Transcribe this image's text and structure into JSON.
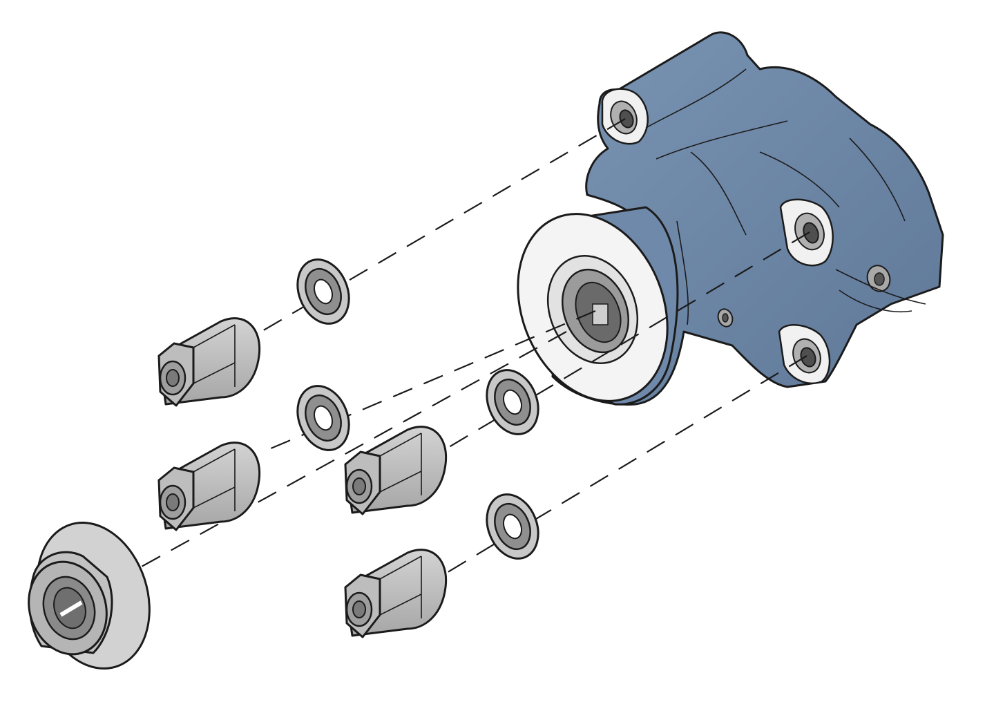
{
  "diagram": {
    "kind": "exploded-view",
    "parts": [
      {
        "name": "housing",
        "color": "#6d87a8"
      },
      {
        "name": "bearing-face",
        "color": "#f4f4f4"
      },
      {
        "name": "washer",
        "count": 4,
        "color": "#9a9a9a"
      },
      {
        "name": "cap-nut",
        "count": 4,
        "color": "#b9b9b9"
      },
      {
        "name": "flange-nut",
        "count": 1,
        "color": "#c6c6c6"
      }
    ],
    "assembly_axes": 4
  }
}
